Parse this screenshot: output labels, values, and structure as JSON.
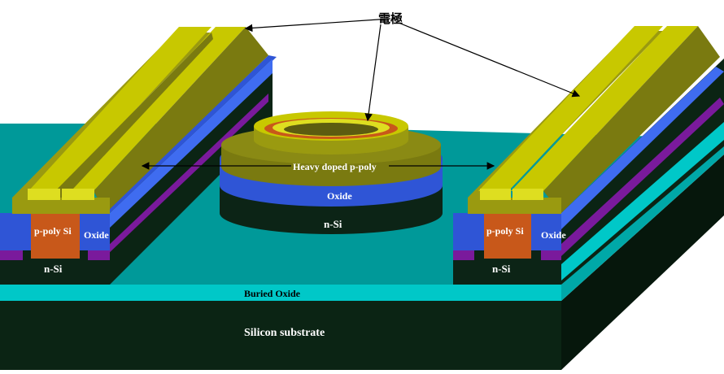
{
  "diagram": {
    "labels": {
      "electrode": "電極",
      "heavy_doped": "Heavy doped p-poly",
      "oxide_center": "Oxide",
      "n_si_center": "n-Si",
      "p_poly_left": "p-poly Si",
      "oxide_left": "Oxide",
      "n_si_left": "n-Si",
      "p_poly_right": "p-poly Si",
      "oxide_right": "Oxide",
      "n_si_right": "n-Si",
      "buried_oxide": "Buried Oxide",
      "substrate": "Silicon substrate"
    },
    "colors": {
      "substrate": "#0b2414",
      "substrate_side": "#06170c",
      "buried_oxide": "#00c8c8",
      "slab_top": "#009999",
      "n_si": "#0c2416",
      "oxide_blue": "#2f55d6",
      "oxide_blue_light": "#3f6cf0",
      "purple": "#7a1a9c",
      "p_poly": "#c8581a",
      "gold": "#c8c800",
      "gold_dark": "#7a7a10",
      "gold_light": "#eeee22"
    }
  }
}
